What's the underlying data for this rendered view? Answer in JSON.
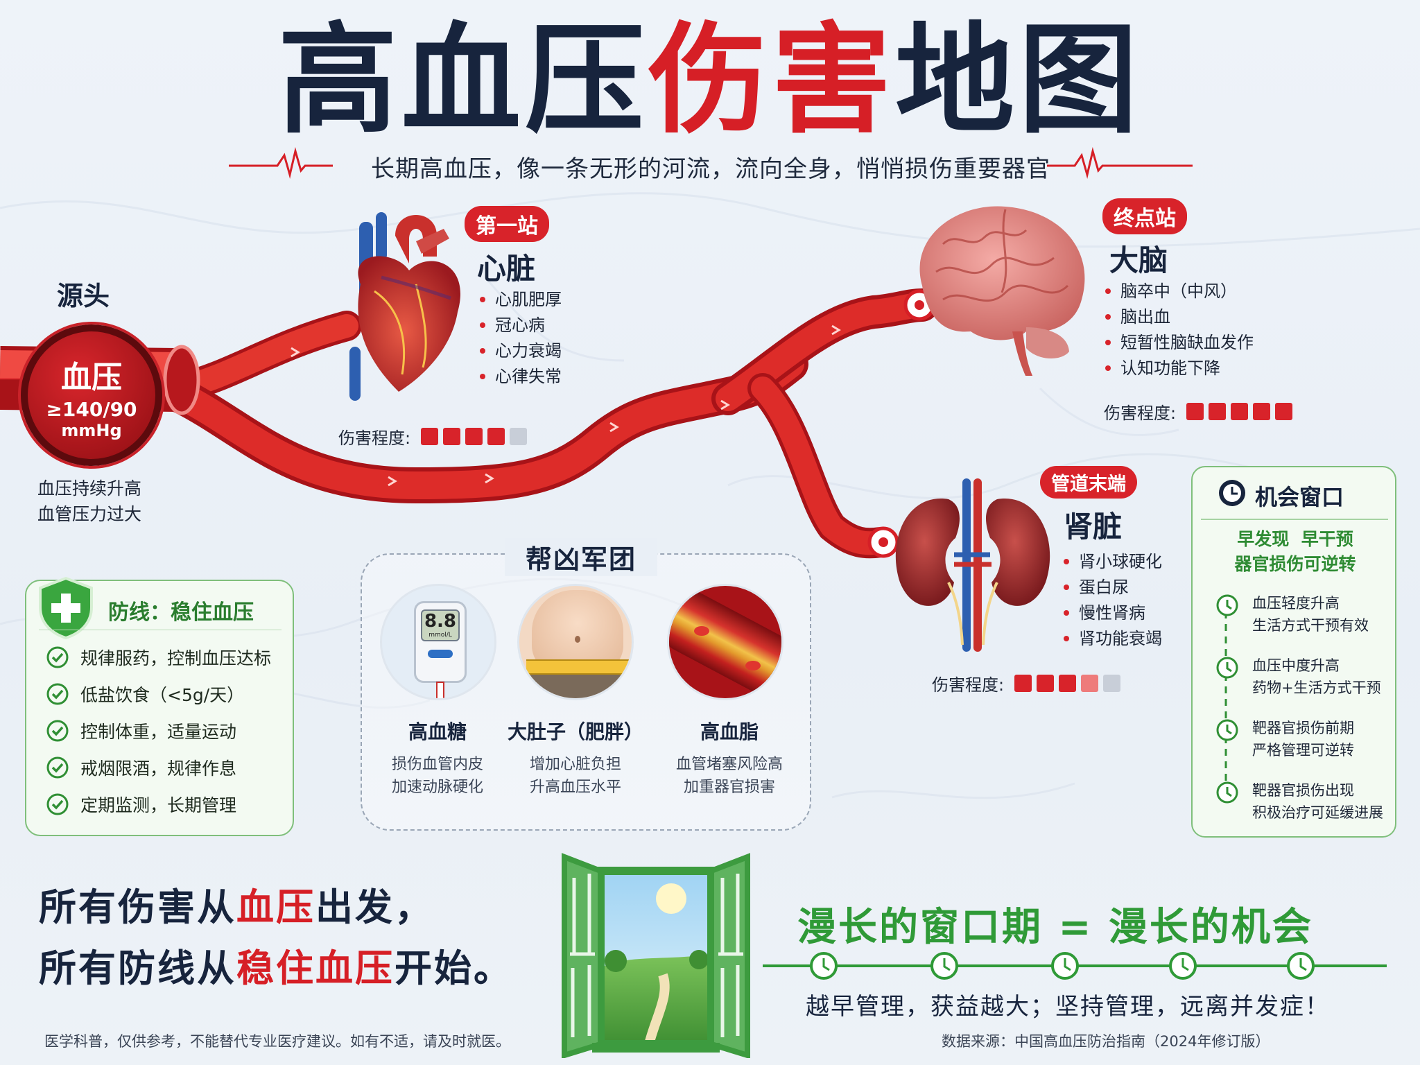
{
  "title": {
    "part1": "高血压",
    "part2": "伤害",
    "part3": "地图"
  },
  "subtitle": "长期高血压，像一条无形的河流，流向全身，悄悄损伤重要器官",
  "source": {
    "heading": "源头",
    "bp_label": "血压",
    "bp_value": "≥140/90",
    "bp_unit": "mmHg",
    "desc1": "血压持续升高",
    "desc2": "血管压力过大"
  },
  "heart": {
    "badge": "第一站",
    "name": "心脏",
    "items": [
      "心肌肥厚",
      "冠心病",
      "心力衰竭",
      "心律失常"
    ],
    "severity_label": "伤害程度:",
    "severity_level": 4,
    "severity_max": 5
  },
  "brain": {
    "badge": "终点站",
    "name": "大脑",
    "items": [
      "脑卒中（中风）",
      "脑出血",
      "短暂性脑缺血发作",
      "认知功能下降"
    ],
    "severity_label": "伤害程度:",
    "severity_level": 5,
    "severity_max": 5
  },
  "kidney": {
    "badge": "管道末端",
    "name": "肾脏",
    "items": [
      "肾小球硬化",
      "蛋白尿",
      "慢性肾病",
      "肾功能衰竭"
    ],
    "severity_label": "伤害程度:",
    "severity_level": 3.5,
    "severity_max": 5
  },
  "defense": {
    "title": "防线：稳住血压",
    "items": [
      "规律服药，控制血压达标",
      "低盐饮食（<5g/天）",
      "控制体重，适量运动",
      "戒烟限酒，规律作息",
      "定期监测，长期管理"
    ]
  },
  "gang": {
    "title": "帮凶军团",
    "members": [
      {
        "name": "高血糖",
        "desc1": "损伤血管内皮",
        "desc2": "加速动脉硬化",
        "glucometer_text": "8.8",
        "glucometer_unit": "mmol/L"
      },
      {
        "name": "大肚子（肥胖）",
        "desc1": "增加心脏负担",
        "desc2": "升高血压水平"
      },
      {
        "name": "高血脂",
        "desc1": "血管堵塞风险高",
        "desc2": "加重器官损害"
      }
    ]
  },
  "chance": {
    "title": "机会窗口",
    "sub1": "早发现  早干预",
    "sub2": "器官损伤可逆转",
    "stages": [
      {
        "l1": "血压轻度升高",
        "l2": "生活方式干预有效"
      },
      {
        "l1": "血压中度升高",
        "l2": "药物+生活方式干预"
      },
      {
        "l1": "靶器官损伤前期",
        "l2": "严格管理可逆转"
      },
      {
        "l1": "靶器官损伤出现",
        "l2": "积极治疗可延缓进展"
      }
    ]
  },
  "bottom": {
    "line1_a": "所有伤害从",
    "line1_b": "血压",
    "line1_c": "出发，",
    "line2_a": "所有防线从",
    "line2_b": "稳住血压",
    "line2_c": "开始。",
    "window_slogan": "漫长的窗口期 = 漫长的机会",
    "window_sub": "越早管理，获益越大；坚持管理，远离并发症！",
    "disclaimer": "医学科普，仅供参考，不能替代专业医疗建议。如有不适，请及时就医。",
    "data_source": "数据来源：中国高血压防治指南（2024年修订版）"
  },
  "colors": {
    "red": "#d61f26",
    "navy": "#17243d",
    "green": "#2f9a37",
    "sev_on": "#d8232a",
    "sev_half": "#ee7b7b",
    "sev_off": "#c8ced8"
  }
}
